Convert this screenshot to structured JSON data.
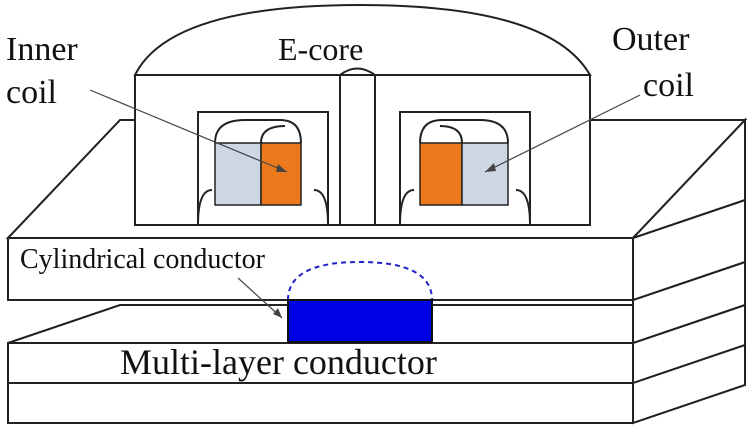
{
  "labels": {
    "inner_coil_line1": "Inner",
    "inner_coil_line2": "coil",
    "e_core": "E-core",
    "outer_coil_line1": "Outer",
    "outer_coil_line2": "coil",
    "cylindrical_conductor": "Cylindrical conductor",
    "multilayer_conductor": "Multi-layer conductor"
  },
  "colors": {
    "outer_coil": "#cdd6e3",
    "inner_coil": "#ec7a1d",
    "cylindrical_conductor": "#0000e6",
    "dashed_outline": "#2222cc",
    "line": "#222222"
  }
}
